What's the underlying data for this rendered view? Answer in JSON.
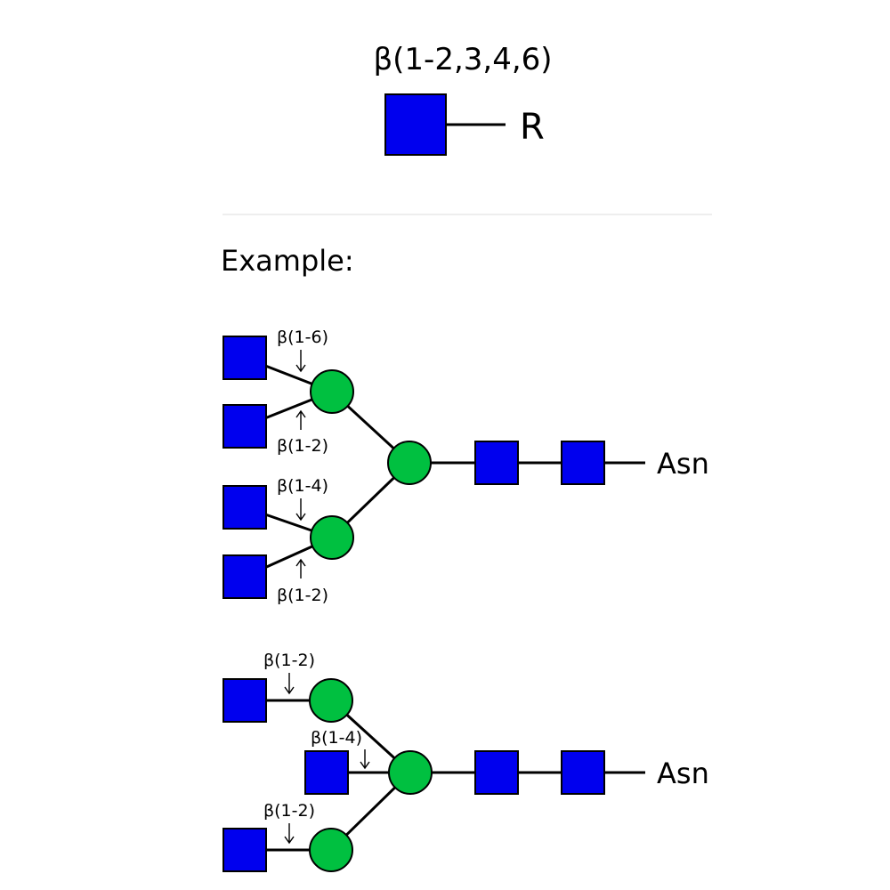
{
  "legend": {
    "linkage_label": "β(1-2,3,4,6)",
    "residue_icon": "blue-square-glcnac",
    "aglycone": "R"
  },
  "example_heading": "Example:",
  "diagram1": {
    "linkages": {
      "upper_top": "β(1-6)",
      "upper_bottom": "β(1-2)",
      "lower_top": "β(1-4)",
      "lower_bottom": "β(1-2)"
    },
    "terminal": "Asn"
  },
  "diagram2": {
    "linkages": {
      "top": "β(1-2)",
      "bisecting": "β(1-4)",
      "bottom": "β(1-2)"
    },
    "terminal": "Asn"
  },
  "colors": {
    "glcnac": "#0000ee",
    "mannose": "#00c040",
    "divider": "#eeeeee"
  }
}
